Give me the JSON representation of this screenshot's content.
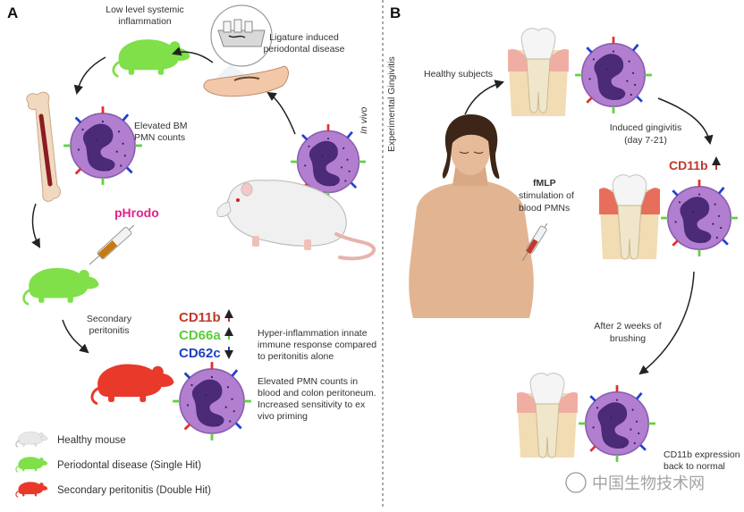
{
  "panels": {
    "a": {
      "letter": "A",
      "invivo": "In vivo",
      "labels": {
        "low_level": [
          "Low level systemic",
          "inflammation"
        ],
        "ligature": [
          "Ligature induced",
          "periodontal disease"
        ],
        "elevated_bm": [
          "Elevated BM",
          "PMN counts"
        ],
        "phrodo": "pHrodo",
        "secondary": [
          "Secondary",
          "peritonitis"
        ],
        "hyper": [
          "Hyper-inflammation innate",
          "immune response compared",
          "to peritonitis alone"
        ],
        "elevated_pmn": [
          "Elevated PMN counts in",
          "blood and colon peritoneum.",
          "Increased sensitivity to ex",
          "vivo priming"
        ]
      },
      "markers": [
        {
          "name": "CD11b",
          "direction": "up",
          "color": "#c0392b"
        },
        {
          "name": "CD66a",
          "direction": "up",
          "color": "#5ccc3c"
        },
        {
          "name": "CD62c",
          "direction": "down",
          "color": "#1f3fbf"
        }
      ],
      "legend": [
        {
          "label": "Healthy mouse",
          "color": "#e8e8e8"
        },
        {
          "label": "Periodontal disease (Single Hit)",
          "color": "#7fe04a"
        },
        {
          "label": "Secondary peritonitis (Double Hit)",
          "color": "#e8392b"
        }
      ]
    },
    "b": {
      "letter": "B",
      "exp": "Experimental Gingivitis",
      "labels": {
        "healthy": "Healthy subjects",
        "induced": [
          "Induced gingivitis",
          "(day 7-21)"
        ],
        "fmlp": "fMLP",
        "stim": [
          "stimulation of",
          "blood PMNs"
        ],
        "after": [
          "After 2 weeks of",
          "brushing"
        ],
        "cd11b_expr": [
          "CD11b expression",
          "back to normal"
        ]
      },
      "marker": {
        "name": "CD11b",
        "direction": "up",
        "color": "#c0392b"
      },
      "watermark": "中国生物技术网"
    }
  },
  "colors": {
    "cell": "#b27fd0",
    "nucleus": "#4b2a78",
    "healthy_mouse": "#e8e8e8",
    "periodontal_mouse": "#7fe04a",
    "peritonitis_mouse": "#e8392b",
    "skin": "#e2b492",
    "hair": "#3d2618"
  }
}
